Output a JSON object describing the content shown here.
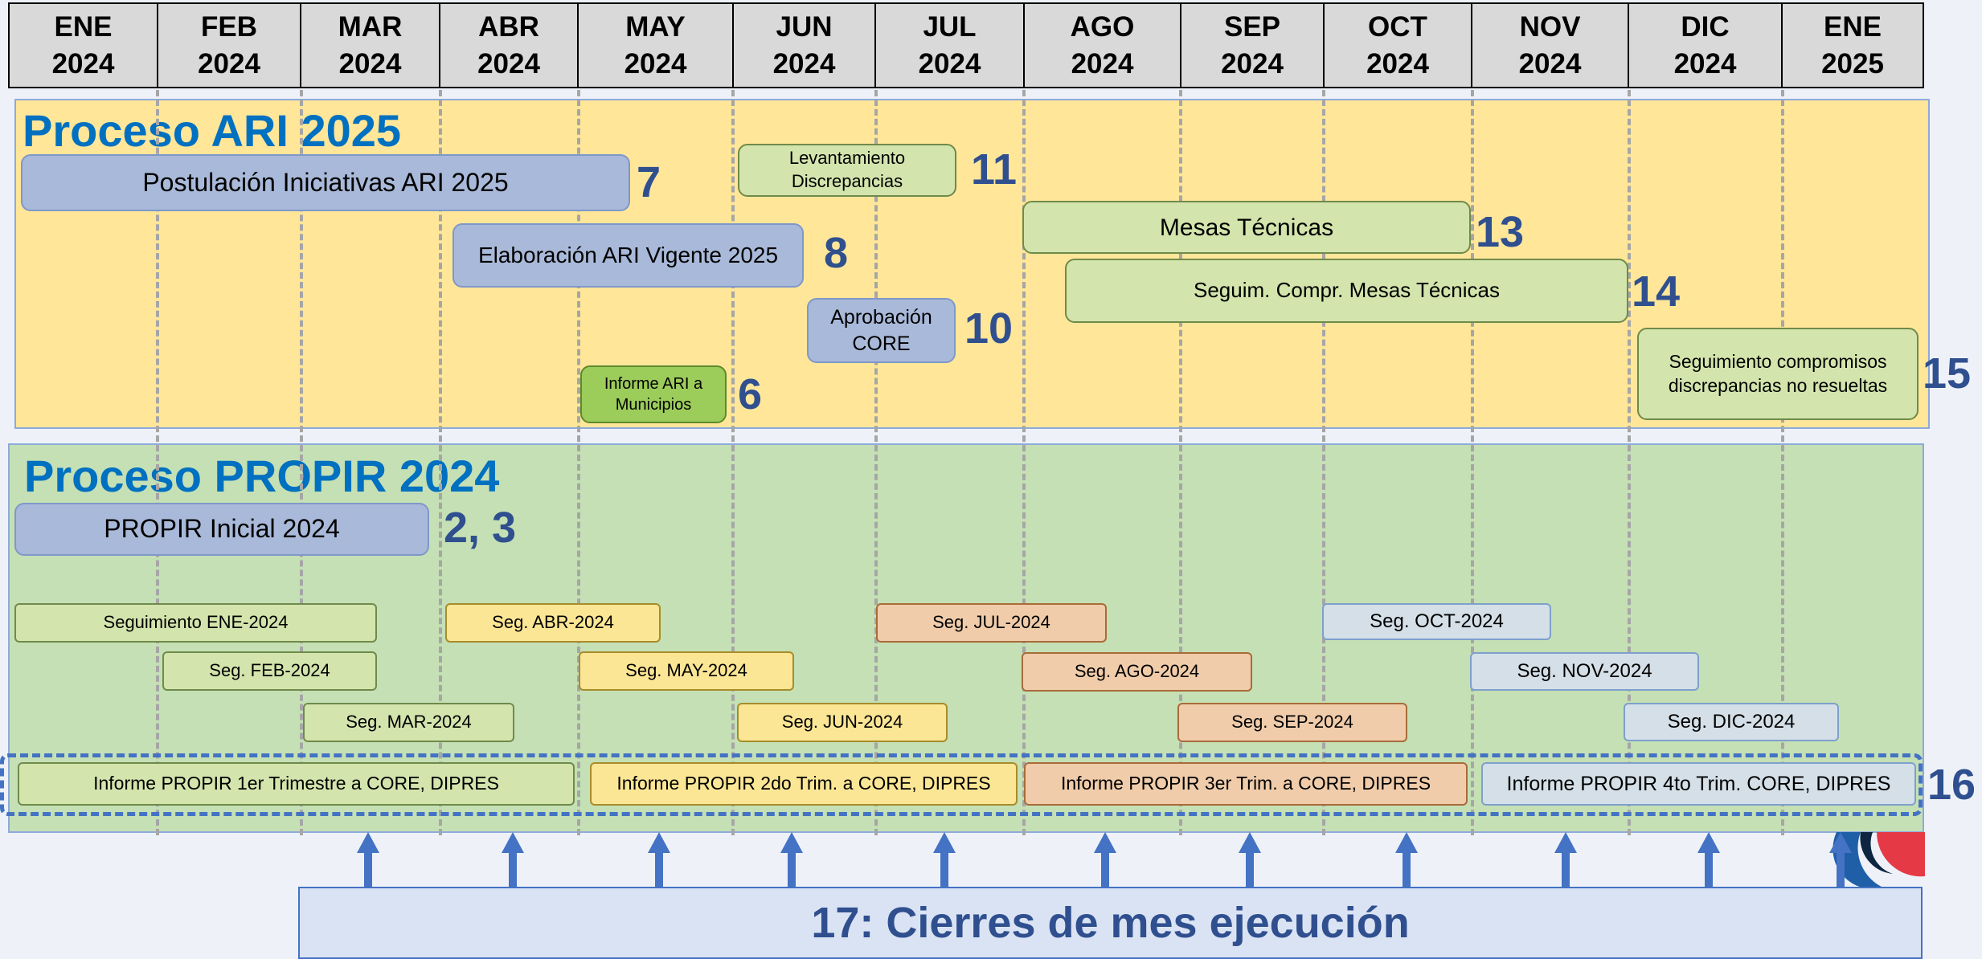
{
  "months": [
    {
      "m": "ENE",
      "y": "2024"
    },
    {
      "m": "FEB",
      "y": "2024"
    },
    {
      "m": "MAR",
      "y": "2024"
    },
    {
      "m": "ABR",
      "y": "2024"
    },
    {
      "m": "MAY",
      "y": "2024"
    },
    {
      "m": "JUN",
      "y": "2024"
    },
    {
      "m": "JUL",
      "y": "2024"
    },
    {
      "m": "AGO",
      "y": "2024"
    },
    {
      "m": "SEP",
      "y": "2024"
    },
    {
      "m": "OCT",
      "y": "2024"
    },
    {
      "m": "NOV",
      "y": "2024"
    },
    {
      "m": "DIC",
      "y": "2024"
    },
    {
      "m": "ENE",
      "y": "2025"
    }
  ],
  "ari": {
    "title": "Proceso ARI 2025",
    "postulacion": {
      "label": "Postulación Iniciativas ARI 2025",
      "num": "7"
    },
    "elaboracion": {
      "label": "Elaboración ARI Vigente 2025",
      "num": "8"
    },
    "informe": {
      "label": "Informe ARI a Municipios",
      "num": "6"
    },
    "levantamiento": {
      "label": "Levantamiento Discrepancias",
      "num": "11"
    },
    "aprobacion": {
      "label": "Aprobación CORE",
      "num": "10"
    },
    "mesas": {
      "label": "Mesas Técnicas",
      "num": "13"
    },
    "seguim": {
      "label": "Seguim. Compr. Mesas Técnicas",
      "num": "14"
    },
    "seguimiento_disc": {
      "label": "Seguimiento compromisos discrepancias no resueltas",
      "num": "15"
    }
  },
  "propir": {
    "title": "Proceso PROPIR 2024",
    "inicial": {
      "label": "PROPIR Inicial 2024",
      "num": "2, 3"
    },
    "seg": {
      "ene": "Seguimiento ENE-2024",
      "feb": "Seg. FEB-2024",
      "mar": "Seg. MAR-2024",
      "abr": "Seg. ABR-2024",
      "may": "Seg. MAY-2024",
      "jun": "Seg. JUN-2024",
      "jul": "Seg. JUL-2024",
      "ago": "Seg. AGO-2024",
      "sep": "Seg. SEP-2024",
      "oct": "Seg. OCT-2024",
      "nov": "Seg. NOV-2024",
      "dic": "Seg. DIC-2024"
    },
    "informes": {
      "q1": "Informe PROPIR 1er Trimestre a CORE, DIPRES",
      "q2": "Informe PROPIR 2do Trim. a CORE, DIPRES",
      "q3": "Informe PROPIR 3er Trim. a CORE, DIPRES",
      "q4": "Informe PROPIR 4to Trim. CORE, DIPRES",
      "num": "16"
    }
  },
  "cierres": "17: Cierres de mes ejecución",
  "colors": {
    "ari_bg": "#ffe699",
    "propir_bg": "#c5e0b4",
    "title": "#0070c0",
    "number": "#2f4f8f",
    "blue_box": "#a9b9d9",
    "green_box": "#d3e4ac",
    "yellow_box": "#fbe695",
    "orange_box": "#f0ccaa",
    "lightblue_box": "#d4dfe7",
    "arrow": "#4472c4"
  }
}
